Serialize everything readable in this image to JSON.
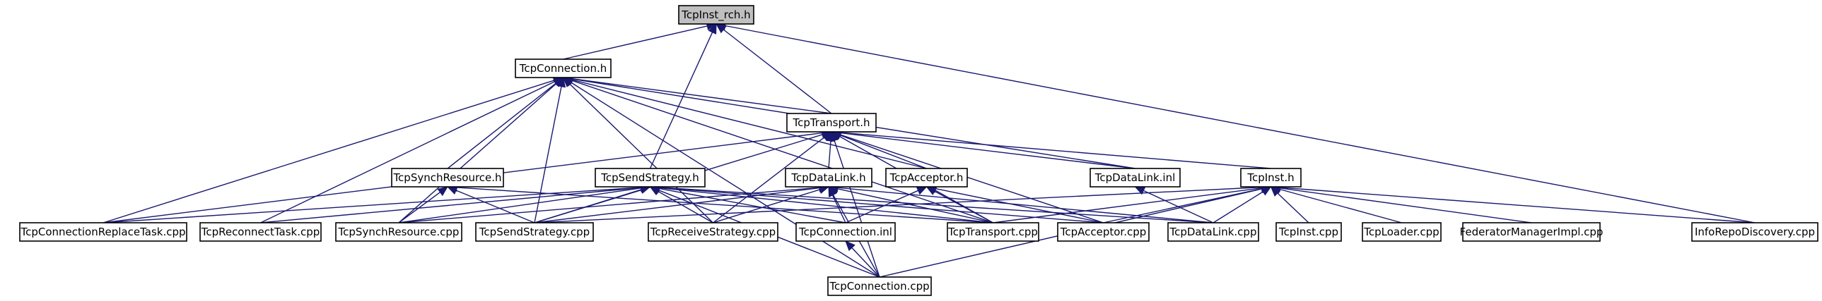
{
  "diagram": {
    "type": "include-dependency-graph",
    "colors": {
      "edge": "#191970",
      "root_fill": "#bfbfbf",
      "node_fill": "#ffffff",
      "node_border": "#000000"
    },
    "nodes": [
      {
        "id": "TcpInst_rch_h",
        "label": "TcpInst_rch.h",
        "root": true
      },
      {
        "id": "TcpConnection_h",
        "label": "TcpConnection.h"
      },
      {
        "id": "TcpTransport_h",
        "label": "TcpTransport.h"
      },
      {
        "id": "TcpSynchResource_h",
        "label": "TcpSynchResource.h"
      },
      {
        "id": "TcpSendStrategy_h",
        "label": "TcpSendStrategy.h"
      },
      {
        "id": "TcpDataLink_h",
        "label": "TcpDataLink.h"
      },
      {
        "id": "TcpAcceptor_h",
        "label": "TcpAcceptor.h"
      },
      {
        "id": "TcpDataLink_inl",
        "label": "TcpDataLink.inl"
      },
      {
        "id": "TcpInst_h",
        "label": "TcpInst.h"
      },
      {
        "id": "TcpConnectionReplaceTask_cpp",
        "label": "TcpConnectionReplaceTask.cpp"
      },
      {
        "id": "TcpReconnectTask_cpp",
        "label": "TcpReconnectTask.cpp"
      },
      {
        "id": "TcpSynchResource_cpp",
        "label": "TcpSynchResource.cpp"
      },
      {
        "id": "TcpSendStrategy_cpp",
        "label": "TcpSendStrategy.cpp"
      },
      {
        "id": "TcpReceiveStrategy_cpp",
        "label": "TcpReceiveStrategy.cpp"
      },
      {
        "id": "TcpConnection_inl",
        "label": "TcpConnection.inl"
      },
      {
        "id": "TcpTransport_cpp",
        "label": "TcpTransport.cpp"
      },
      {
        "id": "TcpAcceptor_cpp",
        "label": "TcpAcceptor.cpp"
      },
      {
        "id": "TcpDataLink_cpp",
        "label": "TcpDataLink.cpp"
      },
      {
        "id": "TcpInst_cpp",
        "label": "TcpInst.cpp"
      },
      {
        "id": "TcpLoader_cpp",
        "label": "TcpLoader.cpp"
      },
      {
        "id": "FederatorManagerImpl_cpp",
        "label": "FederatorManagerImpl.cpp"
      },
      {
        "id": "InfoRepoDiscovery_cpp",
        "label": "InfoRepoDiscovery.cpp"
      },
      {
        "id": "TcpConnection_cpp",
        "label": "TcpConnection.cpp"
      }
    ],
    "edges": [
      {
        "from": "TcpConnection_h",
        "to": "TcpInst_rch_h"
      },
      {
        "from": "TcpSendStrategy_h",
        "to": "TcpInst_rch_h"
      },
      {
        "from": "TcpTransport_h",
        "to": "TcpInst_rch_h"
      },
      {
        "from": "InfoRepoDiscovery_cpp",
        "to": "TcpInst_rch_h"
      },
      {
        "from": "TcpTransport_h",
        "to": "TcpConnection_h"
      },
      {
        "from": "TcpSynchResource_h",
        "to": "TcpConnection_h"
      },
      {
        "from": "TcpSendStrategy_cpp",
        "to": "TcpConnection_h"
      },
      {
        "from": "TcpReceiveStrategy_cpp",
        "to": "TcpConnection_h"
      },
      {
        "from": "TcpAcceptor_h",
        "to": "TcpConnection_h"
      },
      {
        "from": "TcpDataLink_inl",
        "to": "TcpConnection_h"
      },
      {
        "from": "TcpTransport_cpp",
        "to": "TcpConnection_h"
      },
      {
        "from": "TcpConnectionReplaceTask_cpp",
        "to": "TcpConnection_h"
      },
      {
        "from": "TcpReconnectTask_cpp",
        "to": "TcpConnection_h"
      },
      {
        "from": "TcpSynchResource_cpp",
        "to": "TcpConnection_h"
      },
      {
        "from": "TcpConnection_cpp",
        "to": "TcpConnection_h"
      },
      {
        "from": "TcpDataLink_h",
        "to": "TcpTransport_h"
      },
      {
        "from": "TcpAcceptor_h",
        "to": "TcpTransport_h"
      },
      {
        "from": "TcpDataLink_inl",
        "to": "TcpTransport_h"
      },
      {
        "from": "TcpInst_h",
        "to": "TcpTransport_h"
      },
      {
        "from": "TcpSendStrategy_cpp",
        "to": "TcpTransport_h"
      },
      {
        "from": "TcpReceiveStrategy_cpp",
        "to": "TcpTransport_h"
      },
      {
        "from": "TcpConnectionReplaceTask_cpp",
        "to": "TcpTransport_h"
      },
      {
        "from": "TcpTransport_cpp",
        "to": "TcpTransport_h"
      },
      {
        "from": "TcpAcceptor_cpp",
        "to": "TcpTransport_h"
      },
      {
        "from": "TcpConnection_cpp",
        "to": "TcpTransport_h"
      },
      {
        "from": "TcpSynchResource_cpp",
        "to": "TcpSynchResource_h"
      },
      {
        "from": "TcpSendStrategy_cpp",
        "to": "TcpSynchResource_h"
      },
      {
        "from": "TcpTransport_cpp",
        "to": "TcpSynchResource_h"
      },
      {
        "from": "TcpConnectionReplaceTask_cpp",
        "to": "TcpSendStrategy_h"
      },
      {
        "from": "TcpReconnectTask_cpp",
        "to": "TcpSendStrategy_h"
      },
      {
        "from": "TcpSynchResource_cpp",
        "to": "TcpSendStrategy_h"
      },
      {
        "from": "TcpSendStrategy_cpp",
        "to": "TcpSendStrategy_h"
      },
      {
        "from": "TcpReceiveStrategy_cpp",
        "to": "TcpSendStrategy_h"
      },
      {
        "from": "TcpConnection_inl",
        "to": "TcpSendStrategy_h"
      },
      {
        "from": "TcpTransport_cpp",
        "to": "TcpSendStrategy_h"
      },
      {
        "from": "TcpAcceptor_cpp",
        "to": "TcpSendStrategy_h"
      },
      {
        "from": "TcpDataLink_cpp",
        "to": "TcpSendStrategy_h"
      },
      {
        "from": "TcpConnection_cpp",
        "to": "TcpSendStrategy_h"
      },
      {
        "from": "TcpSynchResource_cpp",
        "to": "TcpDataLink_h"
      },
      {
        "from": "TcpSendStrategy_cpp",
        "to": "TcpDataLink_h"
      },
      {
        "from": "TcpReceiveStrategy_cpp",
        "to": "TcpDataLink_h"
      },
      {
        "from": "TcpConnection_inl",
        "to": "TcpDataLink_h"
      },
      {
        "from": "TcpTransport_cpp",
        "to": "TcpDataLink_h"
      },
      {
        "from": "TcpDataLink_cpp",
        "to": "TcpDataLink_h"
      },
      {
        "from": "TcpConnection_cpp",
        "to": "TcpDataLink_h"
      },
      {
        "from": "TcpConnection_inl",
        "to": "TcpAcceptor_h"
      },
      {
        "from": "TcpTransport_cpp",
        "to": "TcpAcceptor_h"
      },
      {
        "from": "TcpAcceptor_cpp",
        "to": "TcpAcceptor_h"
      },
      {
        "from": "TcpDataLink_cpp",
        "to": "TcpDataLink_inl"
      },
      {
        "from": "TcpSendStrategy_cpp",
        "to": "TcpInst_h"
      },
      {
        "from": "TcpTransport_cpp",
        "to": "TcpInst_h"
      },
      {
        "from": "TcpAcceptor_cpp",
        "to": "TcpInst_h"
      },
      {
        "from": "TcpDataLink_cpp",
        "to": "TcpInst_h"
      },
      {
        "from": "TcpInst_cpp",
        "to": "TcpInst_h"
      },
      {
        "from": "TcpLoader_cpp",
        "to": "TcpInst_h"
      },
      {
        "from": "FederatorManagerImpl_cpp",
        "to": "TcpInst_h"
      },
      {
        "from": "InfoRepoDiscovery_cpp",
        "to": "TcpInst_h"
      },
      {
        "from": "TcpConnection_cpp",
        "to": "TcpInst_h"
      },
      {
        "from": "TcpConnection_cpp",
        "to": "TcpConnection_inl"
      }
    ]
  }
}
